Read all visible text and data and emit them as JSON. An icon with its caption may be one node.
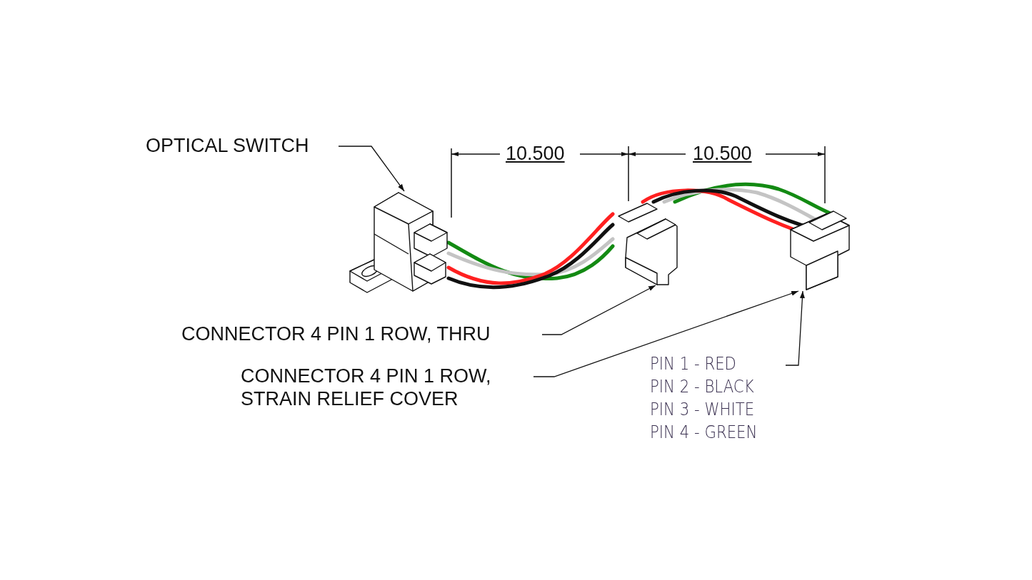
{
  "diagram": {
    "nodes": [
      {
        "text": [
          "OPTICAL SWITCH"
        ]
      },
      {
        "text": [],
        "shape": "picture"
      },
      {
        "text": [
          "CONNECTOR 4 PIN 1 ROW, THRU"
        ]
      },
      {
        "text": [],
        "shape": "picture"
      },
      {
        "text": [
          "CONNECTOR 4 PIN 1 ROW, STRAIN RELIEF COVER"
        ]
      },
      {
        "text": [],
        "shape": "picture"
      },
      {
        "text": [
          "PIN 1 - RED",
          "PIN 2 - BLACK",
          "PIN 3 - WHITE",
          "PIN 4 - GREEN"
        ]
      }
    ],
    "edges": [
      {
        "from": 0,
        "to": 1,
        "arrow": "to"
      },
      {
        "from": 2,
        "to": 3,
        "arrow": "to"
      },
      {
        "from": 4,
        "to": 5,
        "arrow": "to"
      },
      {
        "from": 6,
        "to": 5,
        "arrow": "to"
      },
      {
        "from": 1,
        "to": 3,
        "arrow": "none",
        "color": "#138a13"
      },
      {
        "from": 1,
        "to": 3,
        "arrow": "none",
        "color": "#c4c4c4"
      },
      {
        "from": 1,
        "to": 3,
        "arrow": "none",
        "color": "#ff2020"
      },
      {
        "from": 1,
        "to": 3,
        "arrow": "none",
        "color": "#111111"
      },
      {
        "from": 3,
        "to": 5,
        "arrow": "none",
        "color": "#138a13"
      },
      {
        "from": 3,
        "to": 5,
        "arrow": "none",
        "color": "#c4c4c4"
      },
      {
        "from": 3,
        "to": 5,
        "arrow": "none",
        "color": "#ff2020"
      },
      {
        "from": 3,
        "to": 5,
        "arrow": "none",
        "color": "#111111"
      }
    ],
    "labels": [
      "10.500",
      "10.500"
    ]
  }
}
